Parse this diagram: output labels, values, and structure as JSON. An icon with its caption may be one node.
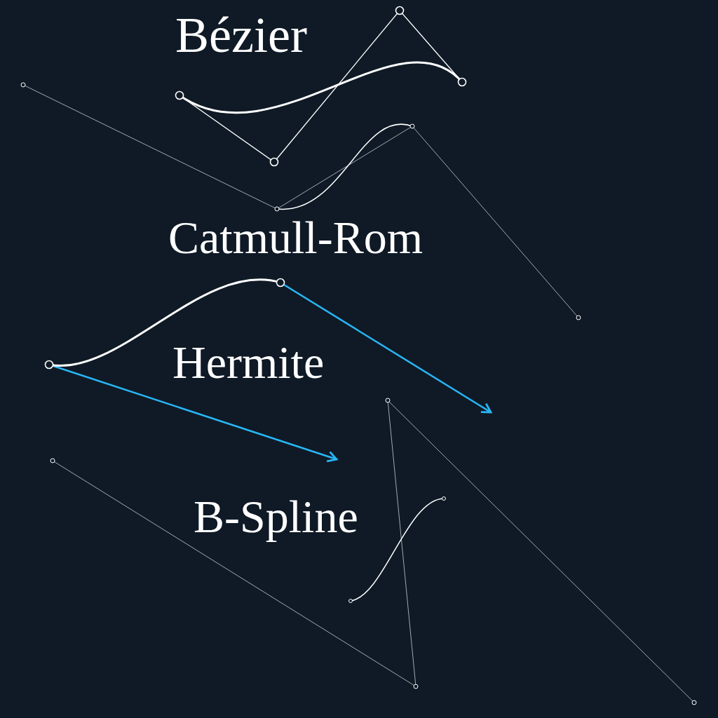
{
  "diagram": {
    "labels": [
      "Bézier",
      "Catmull-Rom",
      "Hermite",
      "B-Spline"
    ]
  }
}
